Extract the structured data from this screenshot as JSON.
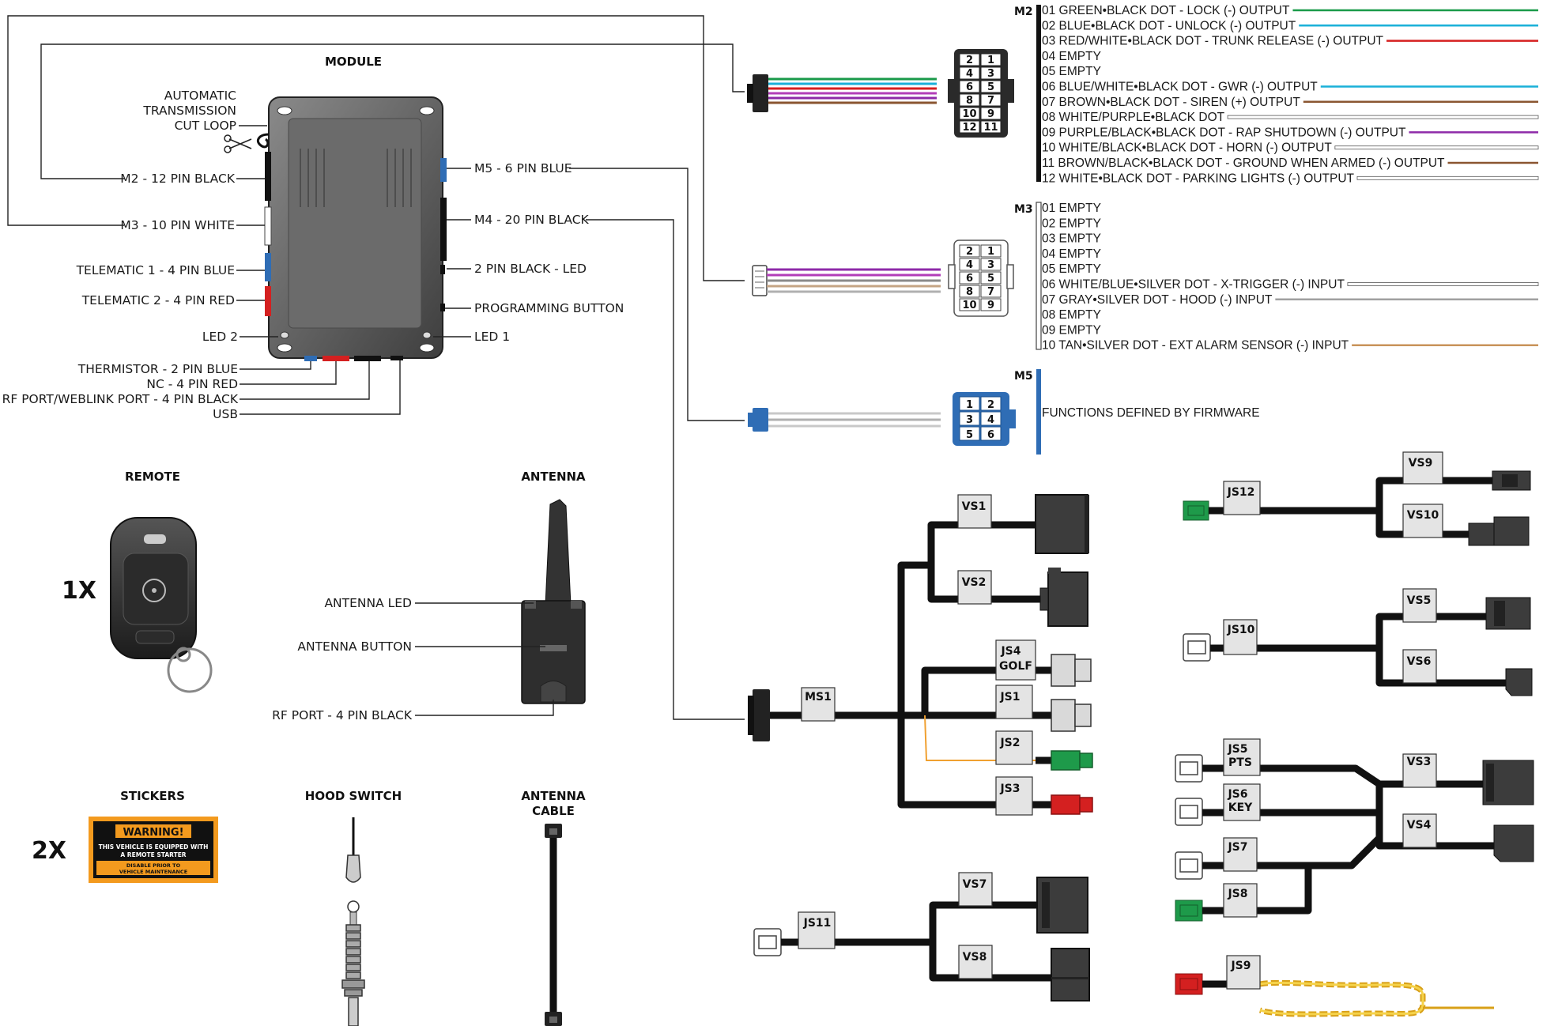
{
  "module": {
    "title": "MODULE",
    "left_labels": {
      "cut_loop_1": "AUTOMATIC",
      "cut_loop_2": "TRANSMISSION",
      "cut_loop_3": "CUT LOOP",
      "m2": "M2 - 12 PIN BLACK",
      "m3": "M3 - 10 PIN WHITE",
      "telematic1": "TELEMATIC 1 - 4 PIN BLUE",
      "telematic2": "TELEMATIC 2 - 4 PIN RED",
      "led2": "LED 2",
      "thermistor": "THERMISTOR - 2 PIN BLUE",
      "nc": "NC - 4 PIN RED",
      "rfport": "RF PORT/WEBLINK PORT - 4 PIN BLACK",
      "usb": "USB"
    },
    "right_labels": {
      "m5": "M5 - 6 PIN BLUE",
      "m4": "M4 - 20 PIN BLACK",
      "led_2pin": "2 PIN BLACK - LED",
      "prog": "PROGRAMMING BUTTON",
      "led1": "LED 1"
    }
  },
  "remote": {
    "title": "REMOTE",
    "qty": "1X"
  },
  "antenna": {
    "title": "ANTENNA",
    "led": "ANTENNA LED",
    "button": "ANTENNA BUTTON",
    "rfport": "RF PORT - 4 PIN BLACK"
  },
  "stickers": {
    "title": "STICKERS",
    "qty": "2X",
    "warning": "WARNING!",
    "line1": "THIS VEHICLE IS EQUIPPED WITH",
    "line2": "A REMOTE STARTER",
    "line3": "DISABLE PRIOR TO",
    "line4": "VEHICLE MAINTENANCE"
  },
  "hood_switch": {
    "title": "HOOD SWITCH"
  },
  "antenna_cable": {
    "title_1": "ANTENNA",
    "title_2": "CABLE"
  },
  "m2": {
    "label": "M2",
    "pin_numbers": [
      "2",
      "1",
      "4",
      "3",
      "6",
      "5",
      "8",
      "7",
      "10",
      "9",
      "12",
      "11"
    ],
    "pins": [
      {
        "text": "01 GREEN•BLACK DOT - LOCK (-) OUTPUT",
        "color": "#1a9a4a"
      },
      {
        "text": "02 BLUE•BLACK DOT - UNLOCK (-) OUTPUT",
        "color": "#1ab0d8"
      },
      {
        "text": "03 RED/WHITE•BLACK DOT - TRUNK RELEASE (-) OUTPUT",
        "color": "#d62020"
      },
      {
        "text": "04 EMPTY",
        "color": ""
      },
      {
        "text": "05 EMPTY",
        "color": ""
      },
      {
        "text": "06 BLUE/WHITE•BLACK DOT - GWR (-) OUTPUT",
        "color": "#1ab0d8"
      },
      {
        "text": "07 BROWN•BLACK DOT - SIREN (+) OUTPUT",
        "color": "#8a5530"
      },
      {
        "text": "08 WHITE/PURPLE•BLACK DOT",
        "color": "#ffffff"
      },
      {
        "text": "09 PURPLE/BLACK•BLACK DOT - RAP SHUTDOWN (-) OUTPUT",
        "color": "#8e2aa8"
      },
      {
        "text": "10 WHITE/BLACK•BLACK DOT - HORN (-) OUTPUT",
        "color": "#ffffff"
      },
      {
        "text": "11 BROWN/BLACK•BLACK DOT - GROUND WHEN ARMED (-) OUTPUT",
        "color": "#8a5530"
      },
      {
        "text": "12 WHITE•BLACK DOT - PARKING LIGHTS (-) OUTPUT",
        "color": "#ffffff"
      }
    ]
  },
  "m3": {
    "label": "M3",
    "pin_numbers": [
      "2",
      "1",
      "4",
      "3",
      "6",
      "5",
      "8",
      "7",
      "10",
      "9"
    ],
    "pins": [
      {
        "text": "01 EMPTY",
        "color": ""
      },
      {
        "text": "02 EMPTY",
        "color": ""
      },
      {
        "text": "03 EMPTY",
        "color": ""
      },
      {
        "text": "04 EMPTY",
        "color": ""
      },
      {
        "text": "05 EMPTY",
        "color": ""
      },
      {
        "text": "06 WHITE/BLUE•SILVER DOT - X-TRIGGER (-) INPUT",
        "color": "#ffffff"
      },
      {
        "text": "07 GRAY•SILVER DOT - HOOD (-) INPUT",
        "color": "#a0a0a0"
      },
      {
        "text": "08 EMPTY",
        "color": ""
      },
      {
        "text": "09 EMPTY",
        "color": ""
      },
      {
        "text": "10 TAN•SILVER DOT - EXT ALARM SENSOR (-) INPUT",
        "color": "#c8935a"
      }
    ]
  },
  "m5": {
    "label": "M5",
    "pin_numbers": [
      "1",
      "2",
      "3",
      "4",
      "5",
      "6"
    ],
    "text": "FUNCTIONS DEFINED BY FIRMWARE"
  },
  "harness": {
    "ms1": "MS1",
    "vs1": "VS1",
    "vs2": "VS2",
    "js4_1": "JS4",
    "js4_2": "GOLF",
    "js1": "JS1",
    "js2": "JS2",
    "js3": "JS3",
    "js11": "JS11",
    "vs7": "VS7",
    "vs8": "VS8",
    "js12": "JS12",
    "vs9": "VS9",
    "vs10": "VS10",
    "js10": "JS10",
    "vs5": "VS5",
    "vs6": "VS6",
    "js5_1": "JS5",
    "js5_2": "PTS",
    "js6_1": "JS6",
    "js6_2": "KEY",
    "js7": "JS7",
    "js8": "JS8",
    "vs3": "VS3",
    "vs4": "VS4",
    "js9": "JS9"
  },
  "colors": {
    "accent_blue": "#2f6db5",
    "sticker_orange": "#f39a1e",
    "plug_green": "#1e9a4a",
    "plug_red": "#d42020",
    "wire_orange": "#f0a030"
  }
}
